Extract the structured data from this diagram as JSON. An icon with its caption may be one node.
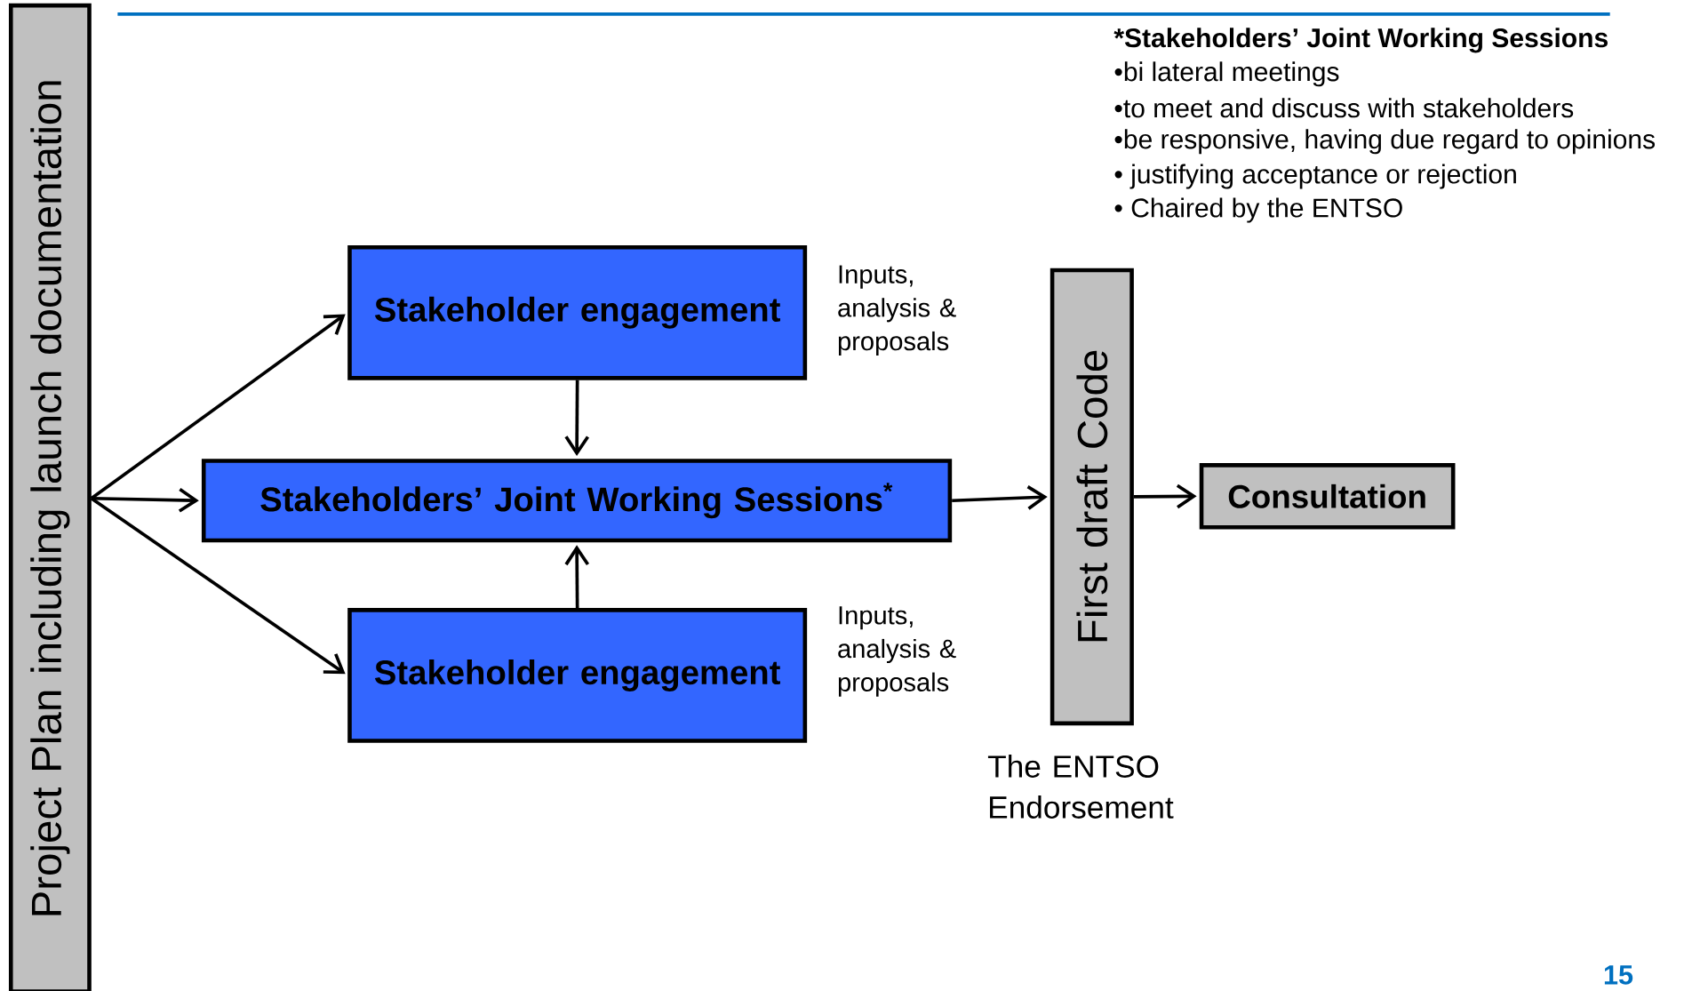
{
  "diagram": {
    "nodes": [
      {
        "text": [
          "Project Plan  including launch documentation"
        ]
      },
      {
        "text": [
          "Stakeholder engagement"
        ],
        "beside": [
          "Inputs, analysis & proposals"
        ]
      },
      {
        "text": [
          "Stakeholders’ Joint Working Sessions$^{*}$"
        ]
      },
      {
        "text": [
          "Stakeholder engagement"
        ],
        "beside": [
          "Inputs, analysis & proposals"
        ]
      },
      {
        "text": [
          "First draft Code"
        ],
        "beside": [
          "The ENTSO Endorsement"
        ]
      },
      {
        "text": [
          "Consultation"
        ]
      }
    ],
    "edges": [
      {
        "from": 0,
        "to": 1,
        "arrow": "to"
      },
      {
        "from": 0,
        "to": 2,
        "arrow": "to"
      },
      {
        "from": 0,
        "to": 3,
        "arrow": "to"
      },
      {
        "from": 1,
        "to": 2,
        "arrow": "to"
      },
      {
        "from": 3,
        "to": 2,
        "arrow": "to"
      },
      {
        "from": 2,
        "to": 4,
        "arrow": "to"
      },
      {
        "from": 4,
        "to": 5,
        "arrow": "to"
      }
    ],
    "labels": [
      "*Stakeholders’ Joint Working Sessions",
      "•bi lateral meetings",
      "•to meet and discuss with stakeholders",
      "•be responsive, having due regard to opinions",
      "• justifying acceptance or rejection",
      "• Chaired by the ENTSO",
      "15"
    ]
  }
}
